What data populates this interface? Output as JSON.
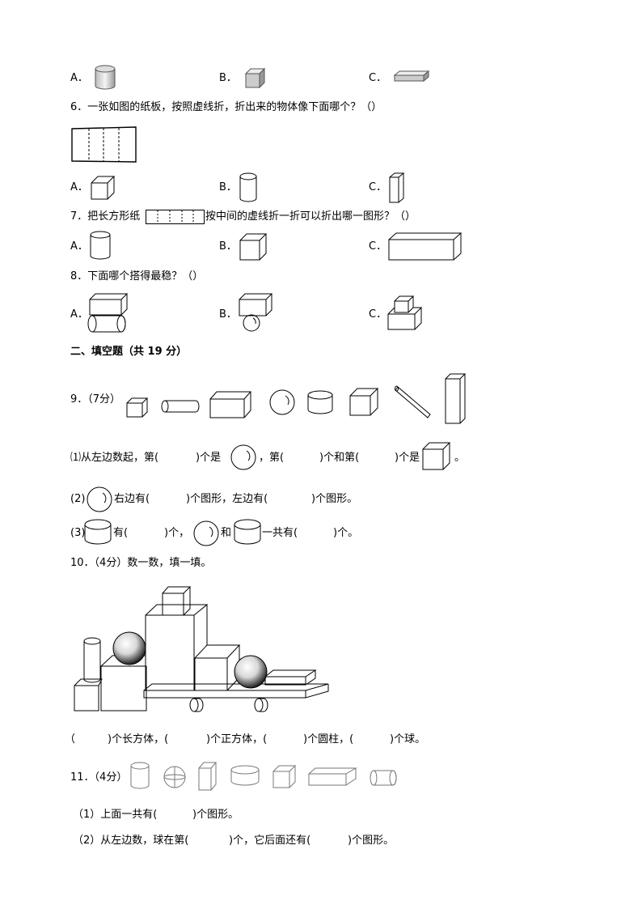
{
  "q5_options": {
    "a": "A．",
    "b": "B．",
    "c": "C．"
  },
  "q6": {
    "stem": "6．一张如图的纸板，按照虚线折，折出来的物体像下面哪个？（）",
    "a": "A．",
    "b": "B．",
    "c": "C．"
  },
  "q7": {
    "stem_pre": "7．把长方形纸",
    "stem_post": "按中间的虚线折一折可以折出哪一图形？（）",
    "a": "A．",
    "b": "B．",
    "c": "C．"
  },
  "q8": {
    "stem": "8．下面哪个搭得最稳？（）",
    "a": "A．",
    "b": "B．",
    "c": "C．"
  },
  "section2": {
    "title": "二、填空题（共 19 分）"
  },
  "q9": {
    "label": "9．（7分）",
    "p1_a": "⑴从左边数起，第(",
    "p1_b": ")个是",
    "p1_c": "，第(",
    "p1_d": ")个和第(",
    "p1_e": ")个是",
    "p1_f": "。",
    "p2_a": "(2)",
    "p2_b": "右边有(",
    "p2_c": ")个图形，左边有(",
    "p2_d": ")个图形。",
    "p3_a": "(3)",
    "p3_b": "有(",
    "p3_c": ")个，",
    "p3_d": "和",
    "p3_e": "一共有(",
    "p3_f": ")个。"
  },
  "q10": {
    "stem": "10．（4分）数一数，填一填。",
    "answer_a": "（",
    "answer_b": ")个长方体，(",
    "answer_c": ")个正方体，(",
    "answer_d": ")个圆柱，(",
    "answer_e": ")个球。"
  },
  "q11": {
    "label": "11．（4分）",
    "p1": "（1）上面一共有(",
    "p1_b": ")个图形。",
    "p2": "（2）从左边数，球在第(",
    "p2_b": ")个，它后面还有(",
    "p2_c": ")个图形。"
  }
}
